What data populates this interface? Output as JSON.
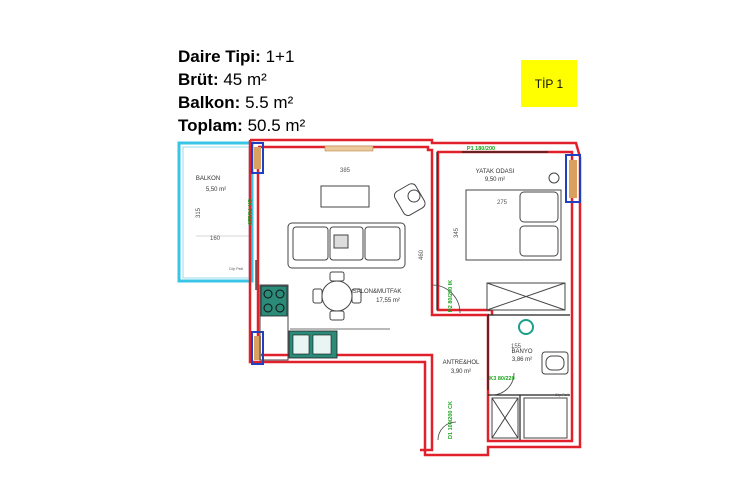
{
  "info": {
    "daire_key": "Daire Tipi:",
    "daire_val": "1+1",
    "brut_key": "Brüt:",
    "brut_val": "45 m²",
    "balkon_key": "Balkon:",
    "balkon_val": "5.5 m²",
    "toplam_key": "Toplam:",
    "toplam_val": "50.5 m²"
  },
  "badge": "TİP 1",
  "rooms": {
    "balkon_name": "BALKON",
    "balkon_area": "5,50 m²",
    "yatak_name": "YATAK ODASI",
    "yatak_area": "9,50 m²",
    "salon_name": "SALON&MUTFAK",
    "salon_area": "17,55 m²",
    "antre_name": "ANTRE&HOL",
    "antre_area": "3,90 m²",
    "banyo_name": "BANYO",
    "banyo_area": "3,86 m²"
  },
  "dims": {
    "salon_w": "385",
    "yatak_w": "275",
    "balkon_h": "315",
    "balkon_w": "160",
    "salon_h": "460",
    "yatak_h": "345",
    "banyo_w": "155"
  },
  "openings": {
    "p1": "P1 180/200",
    "balkon_door": "SK 70/220",
    "yatak_door": "D2 80/200 IK",
    "banyo_door": "K3 80/220",
    "entry_door": "D1 100/200 CK"
  },
  "tags": {
    "cop_balkon": "Cöp Peki",
    "cop_banyo": "Cöp Peki"
  }
}
